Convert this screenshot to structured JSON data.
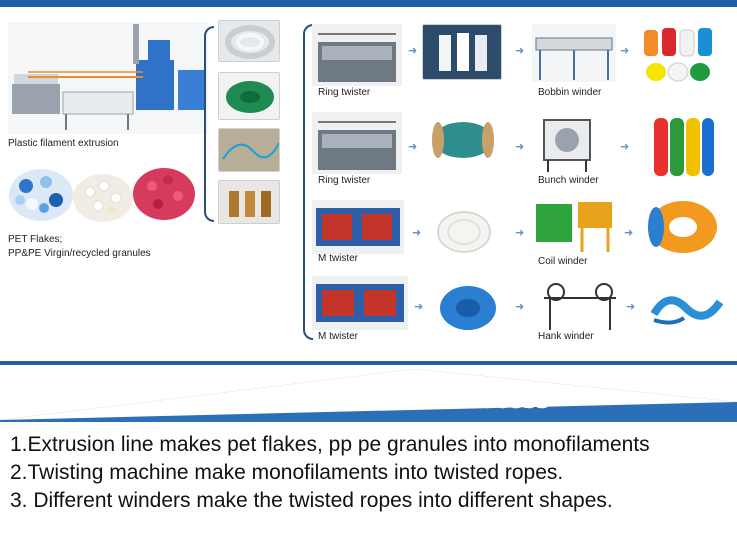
{
  "left_panel": {
    "extrusion_label": "Plastic filament extrusion",
    "flakes_label_1": "PET Flakes;",
    "flakes_label_2": "PP&PE Virgin/recycled granules"
  },
  "rows": [
    {
      "twister": "Ring twister",
      "winder": "Bobbin winder"
    },
    {
      "twister": "Ring twister",
      "winder": "Bunch winder"
    },
    {
      "twister": "M twister",
      "winder": "Coil winder"
    },
    {
      "twister": "M twister",
      "winder": "Hank winder"
    }
  ],
  "banner": {
    "title": "Production Process"
  },
  "steps": [
    "1.Extrusion line makes pet flakes, pp pe granules into monofilaments",
    "2.Twisting machine make monofilaments into twisted ropes.",
    "3. Different winders make the twisted ropes into different shapes."
  ],
  "colors": {
    "brand_blue": "#1f5fa8",
    "banner_blue": "#2b6fb8"
  }
}
